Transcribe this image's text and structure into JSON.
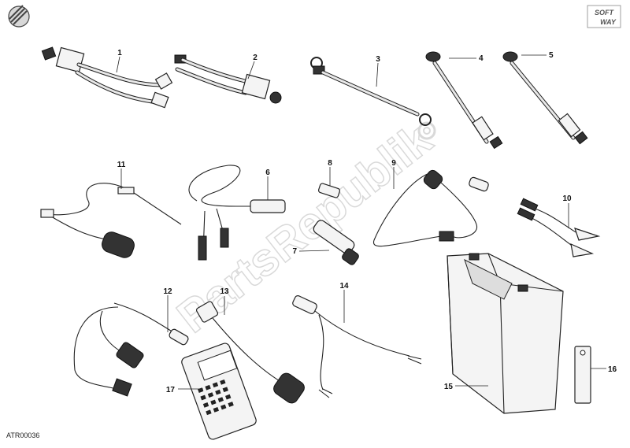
{
  "diagram": {
    "code": "ATR00036",
    "watermark": "PartsRepublik",
    "brand_logo": {
      "line1": "SOFT",
      "line2": "WAY"
    },
    "callouts": [
      {
        "id": "1",
        "label": "1"
      },
      {
        "id": "2",
        "label": "2"
      },
      {
        "id": "3",
        "label": "3"
      },
      {
        "id": "4",
        "label": "4"
      },
      {
        "id": "5",
        "label": "5"
      },
      {
        "id": "6",
        "label": "6"
      },
      {
        "id": "7",
        "label": "7"
      },
      {
        "id": "8",
        "label": "8"
      },
      {
        "id": "9",
        "label": "9"
      },
      {
        "id": "10",
        "label": "10"
      },
      {
        "id": "11",
        "label": "11"
      },
      {
        "id": "12",
        "label": "12"
      },
      {
        "id": "13",
        "label": "13"
      },
      {
        "id": "14",
        "label": "14"
      },
      {
        "id": "15",
        "label": "15"
      },
      {
        "id": "16",
        "label": "16"
      },
      {
        "id": "17",
        "label": "17"
      }
    ]
  }
}
